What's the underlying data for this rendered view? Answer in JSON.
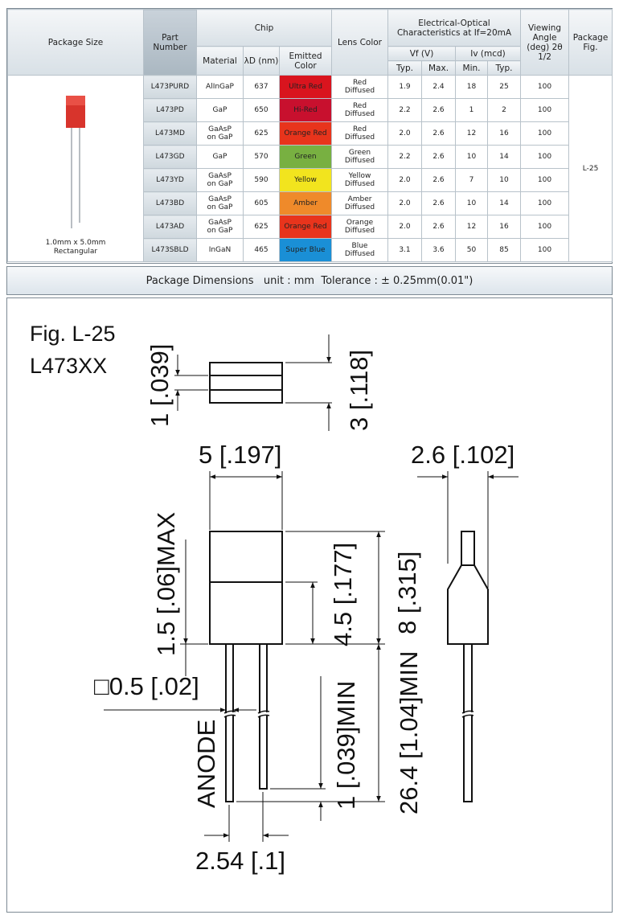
{
  "table": {
    "headers": {
      "package_size": "Package Size",
      "part_number": "Part Number",
      "chip": "Chip",
      "material": "Material",
      "lambda_d": "λD (nm)",
      "emitted_color": "Emitted Color",
      "lens_color": "Lens Color",
      "eo": "Electrical-Optical Characteristics at If=20mA",
      "vf": "Vf (V)",
      "iv": "Iv (mcd)",
      "typ": "Typ.",
      "max": "Max.",
      "min": "Min.",
      "typ2": "Typ.",
      "viewing": "Viewing Angle (deg) 2θ 1/2",
      "fig": "Package Fig."
    },
    "package_label_1": "1.0mm x 5.0mm",
    "package_label_2": "Rectangular",
    "fig_value": "L-25",
    "rows": [
      {
        "part": "L473PURD",
        "mat1": "AlInGaP",
        "mat2": "",
        "wl": "637",
        "color": "Ultra Red",
        "swatch": "#d9141e",
        "lens1": "Red",
        "lens2": "Diffused",
        "vf_typ": "1.9",
        "vf_max": "2.4",
        "iv_min": "18",
        "iv_typ": "25",
        "angle": "100"
      },
      {
        "part": "L473PD",
        "mat1": "GaP",
        "mat2": "",
        "wl": "650",
        "color": "Hi-Red",
        "swatch": "#c8102e",
        "lens1": "Red",
        "lens2": "Diffused",
        "vf_typ": "2.2",
        "vf_max": "2.6",
        "iv_min": "1",
        "iv_typ": "2",
        "angle": "100"
      },
      {
        "part": "L473MD",
        "mat1": "GaAsP",
        "mat2": "on GaP",
        "wl": "625",
        "color": "Orange Red",
        "swatch": "#e8341c",
        "lens1": "Red",
        "lens2": "Diffused",
        "vf_typ": "2.0",
        "vf_max": "2.6",
        "iv_min": "12",
        "iv_typ": "16",
        "angle": "100"
      },
      {
        "part": "L473GD",
        "mat1": "GaP",
        "mat2": "",
        "wl": "570",
        "color": "Green",
        "swatch": "#78b041",
        "lens1": "Green",
        "lens2": "Diffused",
        "vf_typ": "2.2",
        "vf_max": "2.6",
        "iv_min": "10",
        "iv_typ": "14",
        "angle": "100"
      },
      {
        "part": "L473YD",
        "mat1": "GaAsP",
        "mat2": "on GaP",
        "wl": "590",
        "color": "Yellow",
        "swatch": "#f2e41e",
        "lens1": "Yellow",
        "lens2": "Diffused",
        "vf_typ": "2.0",
        "vf_max": "2.6",
        "iv_min": "7",
        "iv_typ": "10",
        "angle": "100"
      },
      {
        "part": "L473BD",
        "mat1": "GaAsP",
        "mat2": "on GaP",
        "wl": "605",
        "color": "Amber",
        "swatch": "#ef8a2a",
        "lens1": "Amber",
        "lens2": "Diffused",
        "vf_typ": "2.0",
        "vf_max": "2.6",
        "iv_min": "10",
        "iv_typ": "14",
        "angle": "100"
      },
      {
        "part": "L473AD",
        "mat1": "GaAsP",
        "mat2": "on GaP",
        "wl": "625",
        "color": "Orange Red",
        "swatch": "#e8341c",
        "lens1": "Orange",
        "lens2": "Diffused",
        "vf_typ": "2.0",
        "vf_max": "2.6",
        "iv_min": "12",
        "iv_typ": "16",
        "angle": "100"
      },
      {
        "part": "L473SBLD",
        "mat1": "InGaN",
        "mat2": "",
        "wl": "465",
        "color": "Super Blue",
        "swatch": "#1a8fd6",
        "lens1": "Blue",
        "lens2": "Diffused",
        "vf_typ": "3.1",
        "vf_max": "3.6",
        "iv_min": "50",
        "iv_typ": "85",
        "angle": "100"
      }
    ]
  },
  "caption": "Package Dimensions   unit : mm  Tolerance : ± 0.25mm(0.01\")",
  "drawing": {
    "fig_title": "Fig. L-25",
    "fig_model": "L473XX",
    "dims": {
      "d1": "1 [.039]",
      "d3": "3 [.118]",
      "d5": "5 [.197]",
      "d26": "2.6 [.102]",
      "d15": "1.5 [.06]MAX",
      "d45": "4.5 [.177]",
      "d8": "8 [.315]",
      "d05": "□0.5 [.02]",
      "dmin1": "1 [.039]MIN",
      "dmin264": "26.4 [1.04]MIN",
      "anode": "ANODE",
      "d254": "2.54 [.1]"
    }
  }
}
